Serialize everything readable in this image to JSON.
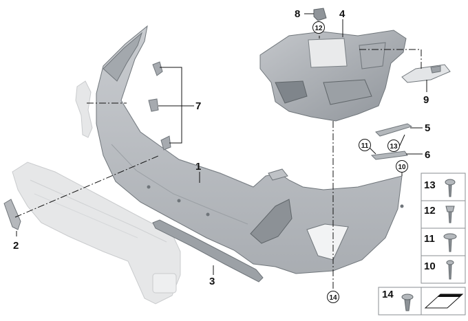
{
  "labels": {
    "p1": "1",
    "p2": "2",
    "p3": "3",
    "p4": "4",
    "p5": "5",
    "p6": "6",
    "p7": "7",
    "p8": "8",
    "p9": "9",
    "c10": "10",
    "c11": "11",
    "c12": "12",
    "c13": "13",
    "c14": "14"
  },
  "legend": {
    "items": [
      "13",
      "12",
      "11",
      "10"
    ],
    "bottom": "14"
  },
  "colors": {
    "part_fill": "#b7bbbf",
    "part_light": "#cfd2d5",
    "part_dark": "#8e9398",
    "ghost_fill": "#e6e7e8",
    "line": "#111111"
  }
}
